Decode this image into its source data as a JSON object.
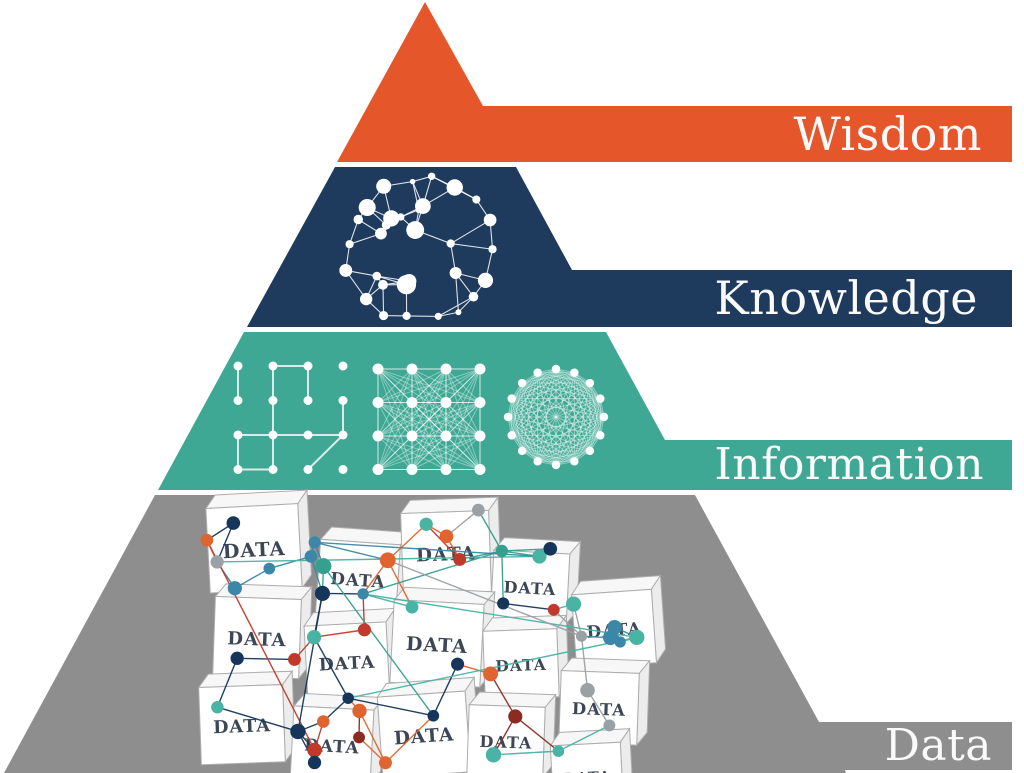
{
  "diagram": {
    "type": "pyramid",
    "layers": [
      {
        "label": "Wisdom",
        "color": "#E5562B"
      },
      {
        "label": "Knowledge",
        "color": "#1E3A5C"
      },
      {
        "label": "Information",
        "color": "#3EA894"
      },
      {
        "label": "Data",
        "color": "#8E8E8E",
        "cube_label": "DATA"
      }
    ],
    "label_color": "#FAFAFA",
    "graphic_color": "#FFFFFF",
    "cube": {
      "face": "#FFFFFF",
      "top": "#F7F7F7",
      "side": "#ECECEC",
      "edge": "#ADADAD",
      "label_color": "#3C4654"
    },
    "network_palette": [
      "#C0392B",
      "#8E2B20",
      "#E06430",
      "#35A08E",
      "#49B3A4",
      "#15365A",
      "#3A87A8",
      "#9AA0A4"
    ],
    "icons": {
      "knowledge": "network-sphere-icon",
      "information": [
        "dot-grid-sparse-icon",
        "dot-grid-dense-icon",
        "network-circle-icon"
      ],
      "data": "data-cubes-network-graphic"
    }
  }
}
